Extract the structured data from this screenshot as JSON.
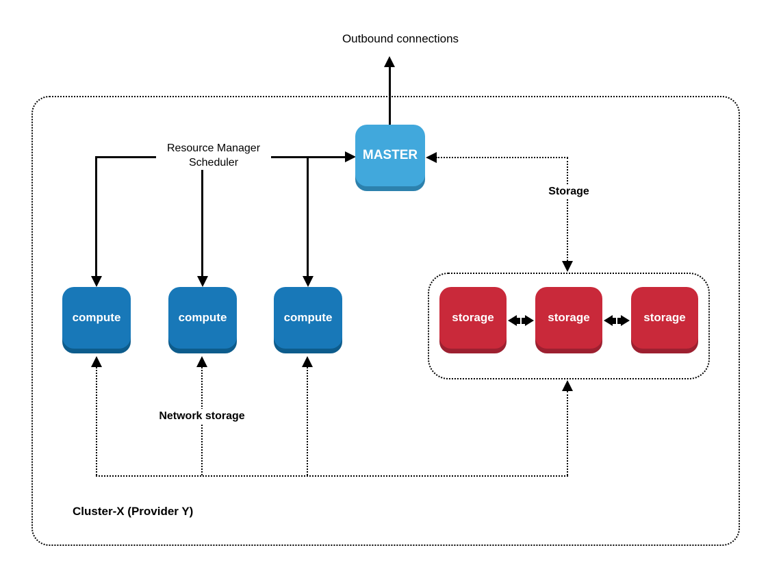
{
  "labels": {
    "outbound": "Outbound connections",
    "resource_manager_line1": "Resource Manager",
    "resource_manager_line2": "Scheduler",
    "storage_flow": "Storage",
    "network_storage": "Network storage",
    "cluster": "Cluster-X (Provider Y)"
  },
  "nodes": {
    "master": {
      "label": "MASTER"
    },
    "compute": [
      {
        "label": "compute"
      },
      {
        "label": "compute"
      },
      {
        "label": "compute"
      }
    ],
    "storage": [
      {
        "label": "storage"
      },
      {
        "label": "storage"
      },
      {
        "label": "storage"
      }
    ]
  },
  "icons": {
    "bidirectional_arrow": "two black triangles pointing outward"
  },
  "colors": {
    "master": "#41A8DC",
    "master_dark": "#2C81AD",
    "compute": "#1878B8",
    "compute_dark": "#0D5C8C",
    "storage": "#C9293A",
    "storage_dark": "#9D2030",
    "line": "#000000"
  }
}
